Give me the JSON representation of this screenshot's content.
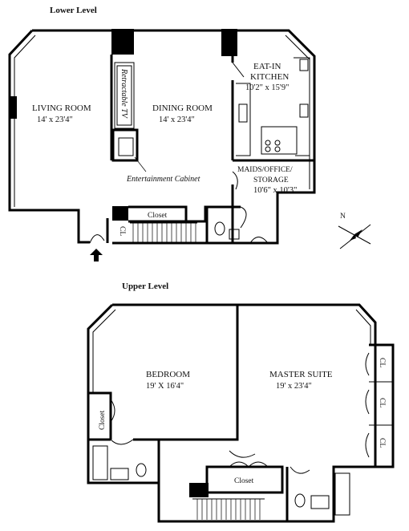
{
  "levels": {
    "lower": "Lower Level",
    "upper": "Upper Level"
  },
  "lower_rooms": {
    "living_room": {
      "name": "LIVING ROOM",
      "size": "14' x 23'4\""
    },
    "dining_room": {
      "name": "DINING ROOM",
      "size": "14' x 23'4\""
    },
    "kitchen": {
      "name_line1": "EAT-IN",
      "name_line2": "KITCHEN",
      "size": "10'2\" x 15'9\""
    },
    "maids": {
      "name_line1": "MAIDS/OFFICE/",
      "name_line2": "STORAGE",
      "size": "10'6\" x 10'3\""
    },
    "retractable_tv": "Retractable TV",
    "entertainment_cabinet": "Entertainment Cabinet",
    "closet": "Closet",
    "cl": "CL"
  },
  "upper_rooms": {
    "bedroom": {
      "name": "BEDROOM",
      "size": "19' X 16'4\""
    },
    "master_suite": {
      "name": "MASTER SUITE",
      "size": "19' x 23'4\""
    },
    "bedroom_closet": "Closet",
    "hall_closet": "Closet",
    "cl_1": "CL",
    "cl_2": "CL",
    "cl_3": "CL"
  },
  "compass": {
    "label": "N"
  },
  "colors": {
    "ink": "#000000",
    "paper": "#ffffff"
  }
}
